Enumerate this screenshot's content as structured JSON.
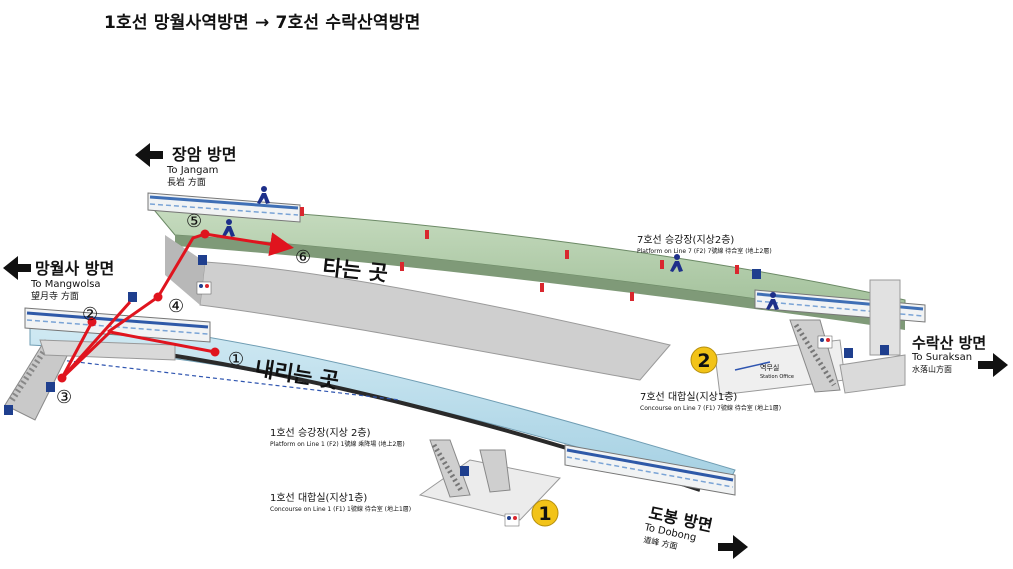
{
  "title": "1호선 망월사역방면 → 7호선 수락산역방면",
  "directions": {
    "jangam": {
      "ko": "장암 방면",
      "en": "To Jangam",
      "hanja": "長岩 方面"
    },
    "mangwolsa": {
      "ko": "망월사 방면",
      "en": "To Mangwolsa",
      "hanja": "望月寺 方面"
    },
    "suraksan": {
      "ko": "수락산 방면",
      "en": "To Suraksan",
      "hanja": "水落山方面"
    },
    "dobong": {
      "ko": "도봉 방면",
      "en": "To Dobong",
      "hanja": "道峰 方面"
    }
  },
  "platforms": {
    "line7_platform": {
      "ko": "7호선 승강장(지상2층)",
      "en": "Platform on Line 7 (F2) 7號線 待合室 (地上2層)"
    },
    "line7_concourse": {
      "ko": "7호선 대합실(지상1층)",
      "en": "Concourse on Line 7 (F1) 7號線 待合室 (地上1層)"
    },
    "line1_platform": {
      "ko": "1호선 승강장(지상 2층)",
      "en": "Platform on Line 1 (F2) 1號線 乘降場 (地上2層)"
    },
    "line1_concourse": {
      "ko": "1호선 대합실(지상1층)",
      "en": "Concourse on Line 1 (F1) 1號線 待合室 (地上1層)"
    }
  },
  "station_office": {
    "ko": "역무실",
    "en": "Station Office"
  },
  "route": {
    "alight_label": "내리는 곳",
    "board_label": "타는 곳",
    "steps": [
      "①",
      "②",
      "③",
      "④",
      "⑤",
      "⑥"
    ]
  },
  "concourse_badges": [
    "1",
    "2"
  ],
  "colors": {
    "route_red": "#e0141e",
    "label_blue": "#1b3fd6",
    "line7_floor": "#b5cfae",
    "line1_floor": "#b9dcea",
    "badge_yellow": "#f2c318"
  },
  "icons": [
    "arrow-left-icon",
    "arrow-right-icon",
    "elevator-icon",
    "restroom-icon",
    "fire-extinguisher-icon",
    "running-person-icon"
  ]
}
